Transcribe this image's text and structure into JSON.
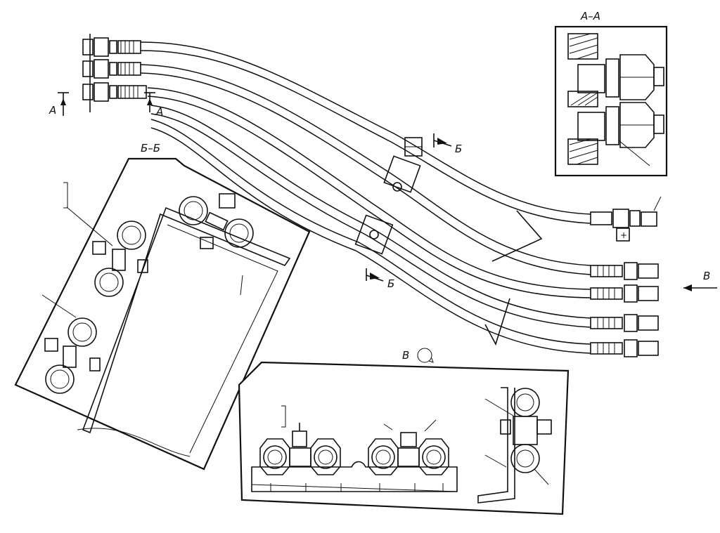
{
  "labels": {
    "section_aa": "А–А",
    "section_bb": "Б–Б",
    "mark_a_left": "А",
    "mark_a_right": "А",
    "mark_b_top": "Б",
    "mark_b_bottom": "Б",
    "mark_v_arrow": "В",
    "view_v": "В"
  },
  "colors": {
    "ink": "#111111",
    "paper": "#ffffff"
  }
}
